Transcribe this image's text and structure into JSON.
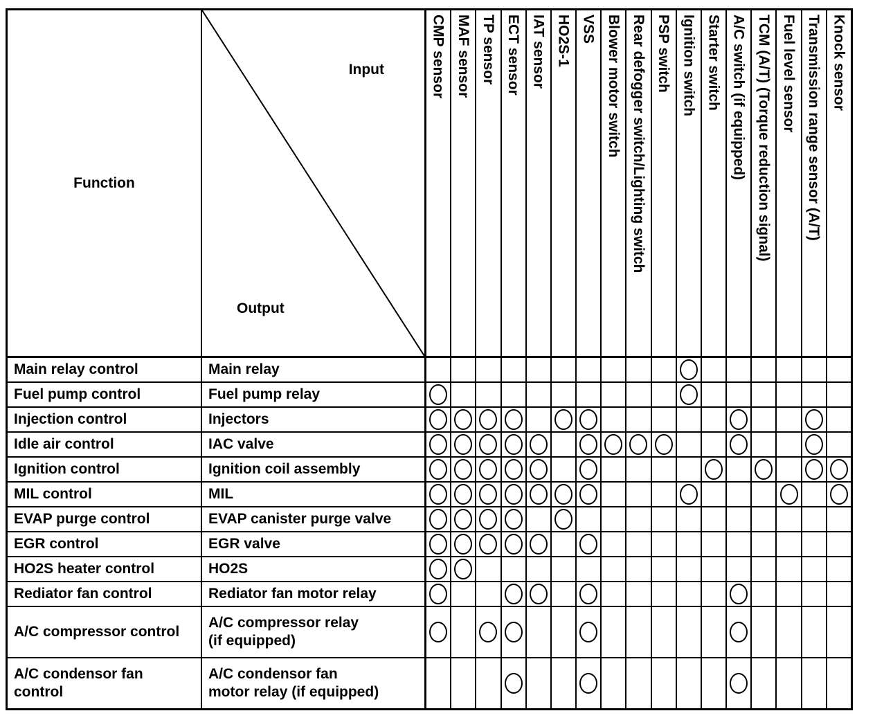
{
  "page": {
    "background_color": "#ffffff",
    "line_color": "#000000"
  },
  "header": {
    "function_label": "Function",
    "input_label": "Input",
    "output_label": "Output",
    "columns": [
      "CMP sensor",
      "MAF sensor",
      "TP sensor",
      "ECT sensor",
      "IAT sensor",
      "HO2S-1",
      "VSS",
      "Blower motor switch",
      "Rear defogger switch/Lighting switch",
      "PSP switch",
      "Ignition switch",
      "Starter switch",
      "A/C switch (if equipped)",
      "TCM (A/T) (Torque reduction signal)",
      "Fuel level sensor",
      "Transmission range sensor (A/T)",
      "Knock sensor"
    ]
  },
  "rows": [
    {
      "function": "Main relay control",
      "output": "Main relay",
      "inputs": [
        11
      ]
    },
    {
      "function": "Fuel pump control",
      "output": "Fuel pump relay",
      "inputs": [
        1,
        11
      ]
    },
    {
      "function": "Injection control",
      "output": "Injectors",
      "inputs": [
        1,
        2,
        3,
        4,
        6,
        7,
        13,
        16
      ]
    },
    {
      "function": "Idle air control",
      "output": "IAC valve",
      "inputs": [
        1,
        2,
        3,
        4,
        5,
        7,
        8,
        9,
        10,
        13,
        16
      ]
    },
    {
      "function": "Ignition control",
      "output": "Ignition coil assembly",
      "inputs": [
        1,
        2,
        3,
        4,
        5,
        7,
        12,
        14,
        16,
        17
      ]
    },
    {
      "function": "MIL control",
      "output": "MIL",
      "inputs": [
        1,
        2,
        3,
        4,
        5,
        6,
        7,
        11,
        15,
        17
      ]
    },
    {
      "function": "EVAP purge control",
      "output": "EVAP canister purge valve",
      "inputs": [
        1,
        2,
        3,
        4,
        6
      ]
    },
    {
      "function": "EGR control",
      "output": "EGR valve",
      "inputs": [
        1,
        2,
        3,
        4,
        5,
        7
      ]
    },
    {
      "function": "HO2S heater control",
      "output": "HO2S",
      "inputs": [
        1,
        2
      ]
    },
    {
      "function": "Rediator fan control",
      "output": "Rediator fan motor relay",
      "inputs": [
        1,
        4,
        5,
        7,
        13
      ]
    },
    {
      "function": "A/C compressor control",
      "output": "A/C compressor relay\n(if equipped)",
      "inputs": [
        1,
        3,
        4,
        7,
        13
      ]
    },
    {
      "function": "A/C condensor fan\ncontrol",
      "output": "A/C condensor fan\nmotor relay (if equipped)",
      "inputs": [
        4,
        7,
        13
      ]
    }
  ]
}
